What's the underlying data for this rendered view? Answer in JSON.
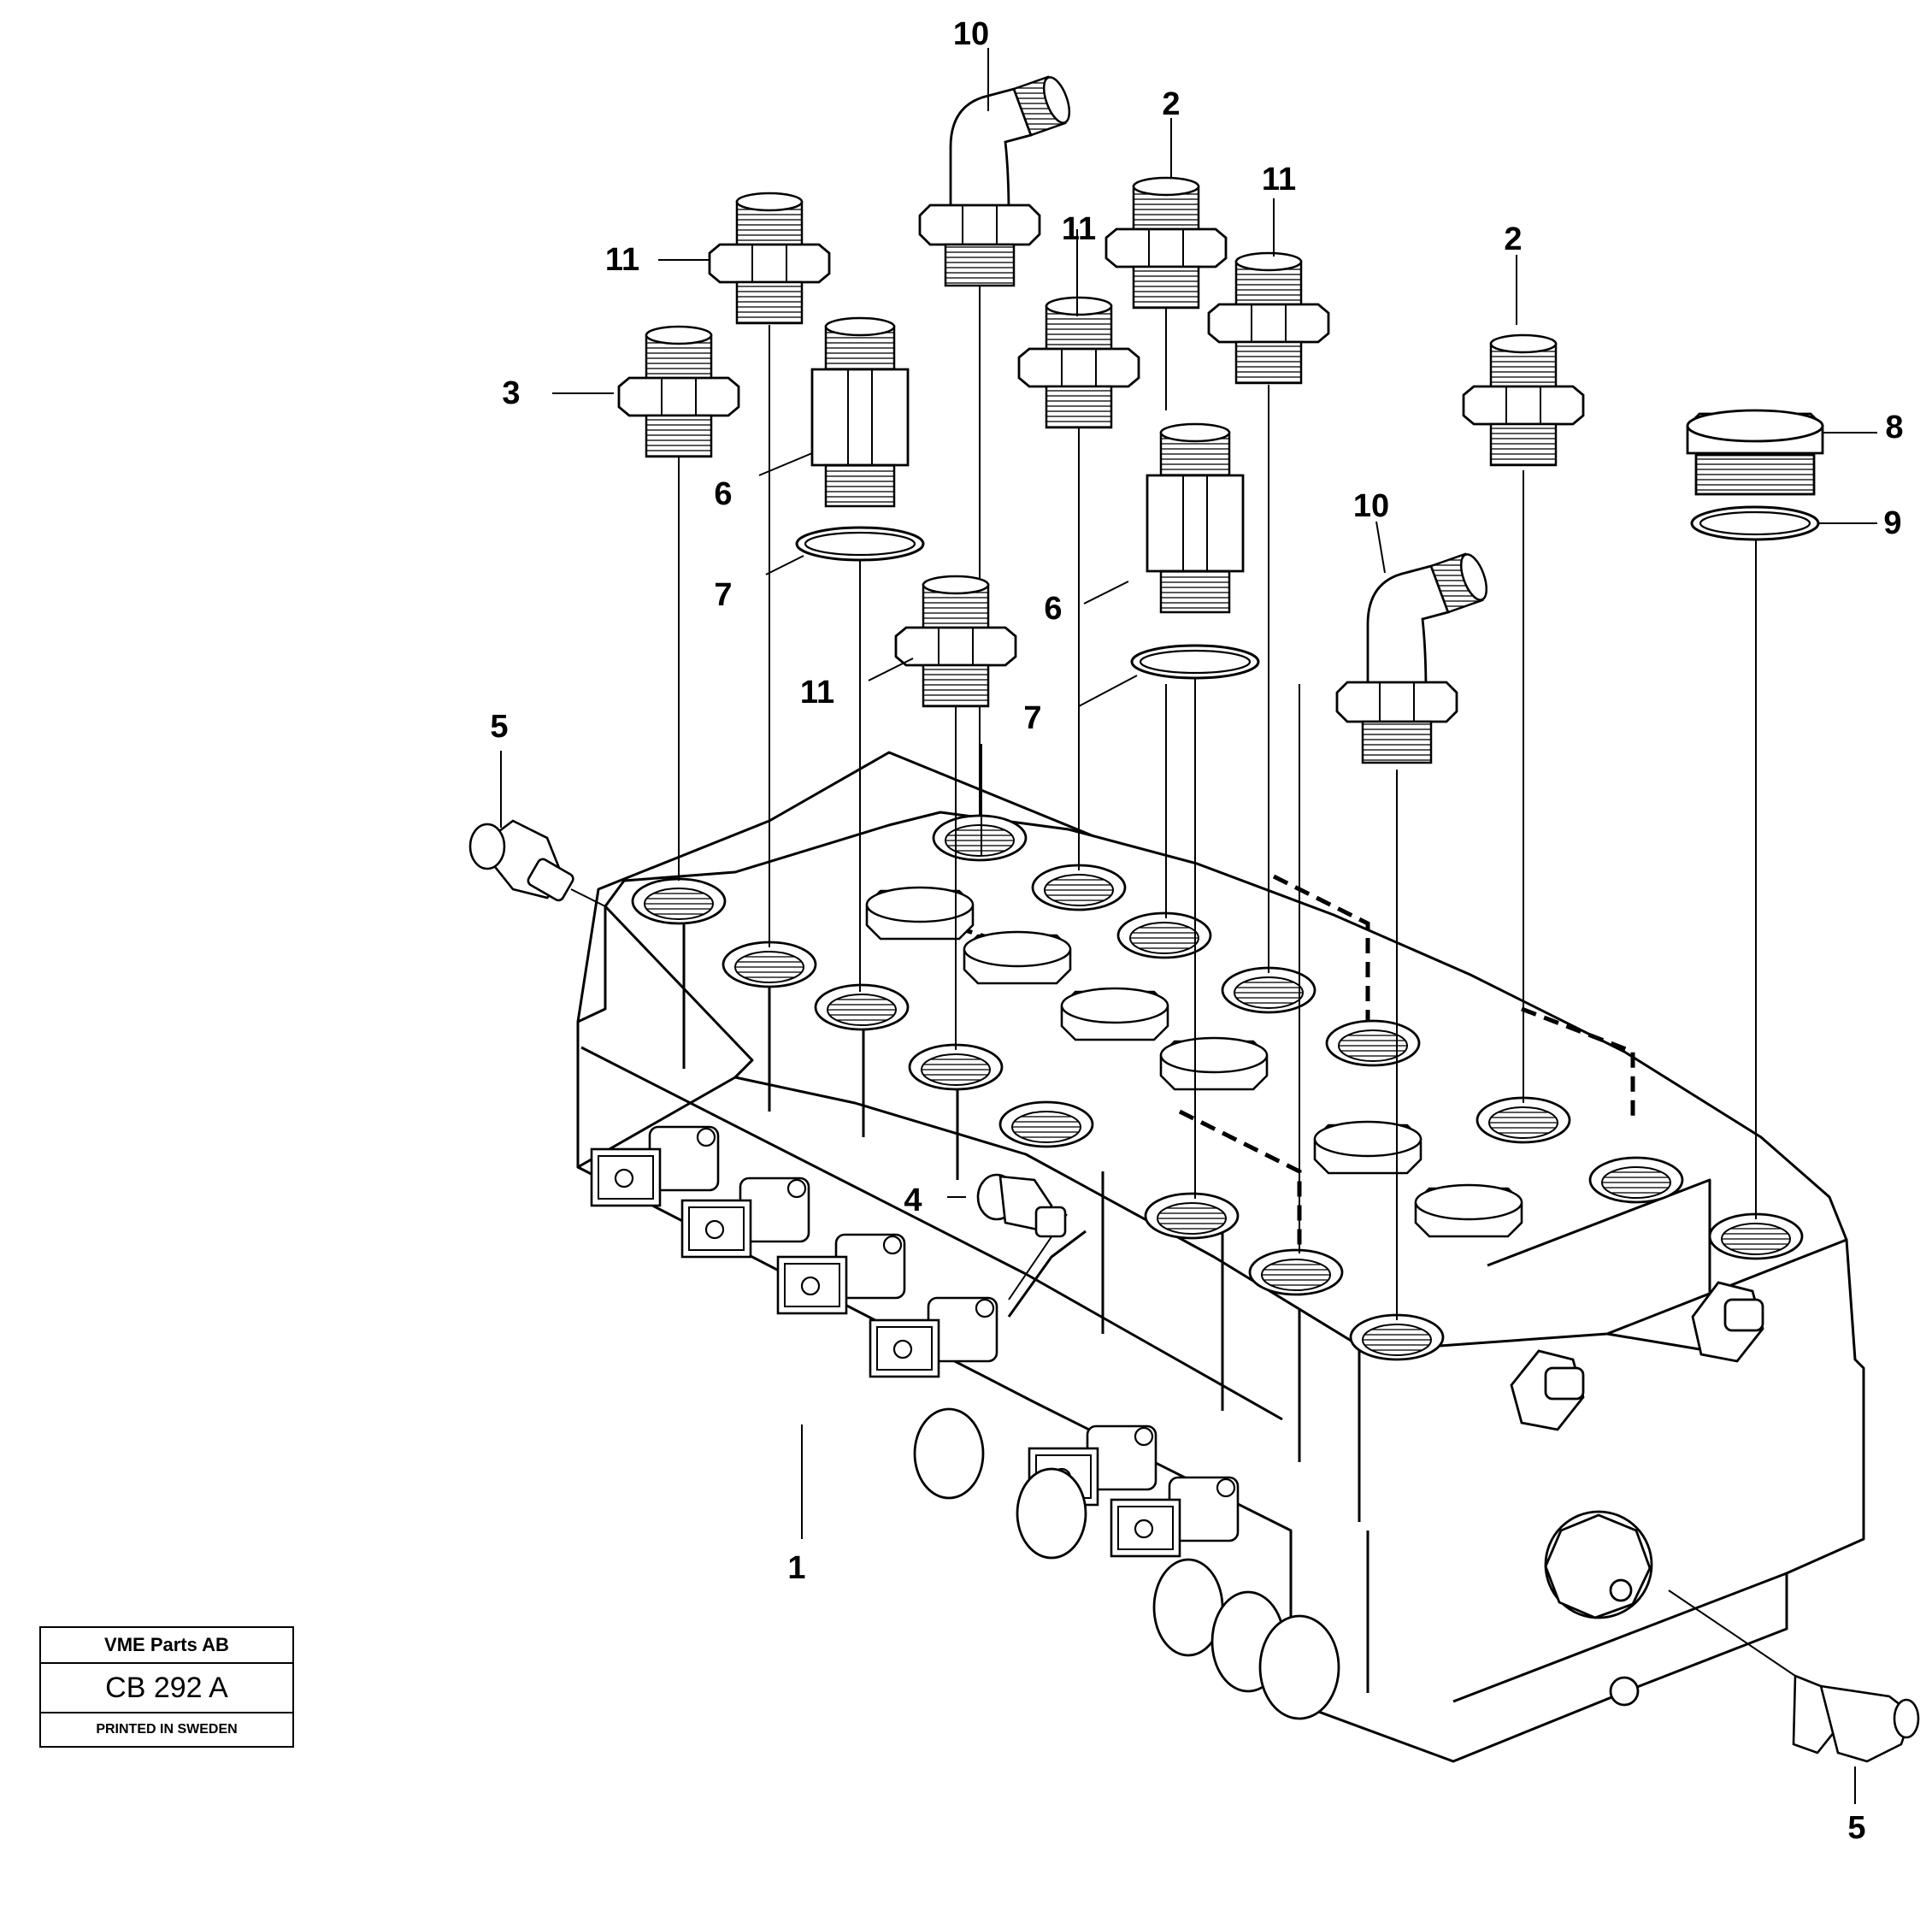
{
  "diagram": {
    "callouts": {
      "c1": "1",
      "c2a": "2",
      "c2b": "2",
      "c3": "3",
      "c4": "4",
      "c5a": "5",
      "c5b": "5",
      "c6a": "6",
      "c6b": "6",
      "c7a": "7",
      "c7b": "7",
      "c8": "8",
      "c9": "9",
      "c10a": "10",
      "c10b": "10",
      "c11a": "11",
      "c11b": "11",
      "c11c": "11",
      "c11d": "11"
    }
  },
  "stamp": {
    "company": "VME Parts AB",
    "code": "CB 292 A",
    "printed": "PRINTED IN SWEDEN"
  }
}
